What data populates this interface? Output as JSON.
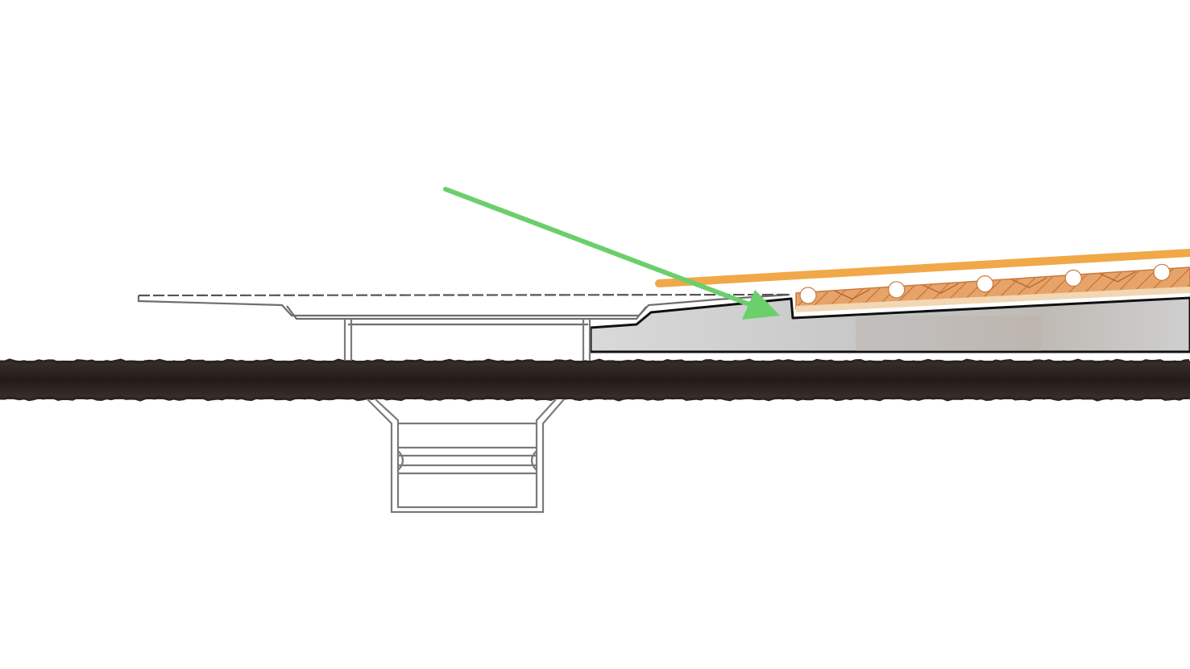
{
  "diagram": {
    "parts": [
      {
        "name": "concrete-slab",
        "color": "#2b2321"
      },
      {
        "name": "drain-flange",
        "color": "#6e6e6e"
      },
      {
        "name": "drain-body",
        "color": "#7a7a7a"
      },
      {
        "name": "drain-outlet-pipe",
        "color": "#7a7a7a"
      },
      {
        "name": "sloped-mortar-bed",
        "color": "#c9c9c9"
      },
      {
        "name": "heating-membrane",
        "color": "#d68d4f"
      },
      {
        "name": "orange-surface-line",
        "color": "#f0a848"
      },
      {
        "name": "green-pointer-arrow",
        "color": "#6bcf6b"
      }
    ],
    "membrane_studs": 5
  }
}
